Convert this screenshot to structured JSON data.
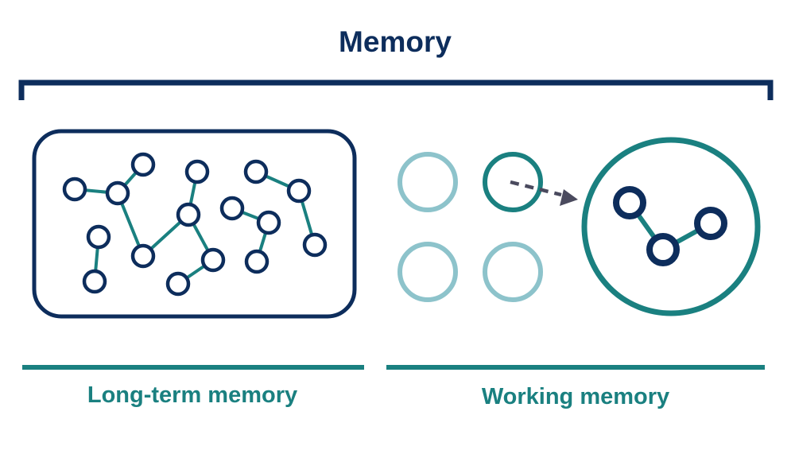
{
  "title": "Memory",
  "sections": {
    "long_term": {
      "label": "Long-term memory"
    },
    "working": {
      "label": "Working memory"
    }
  },
  "colors": {
    "navy": "#0d2d5c",
    "teal": "#1a8080",
    "light_teal": "#8dc3cb",
    "arrow": "#4a4a5e"
  }
}
